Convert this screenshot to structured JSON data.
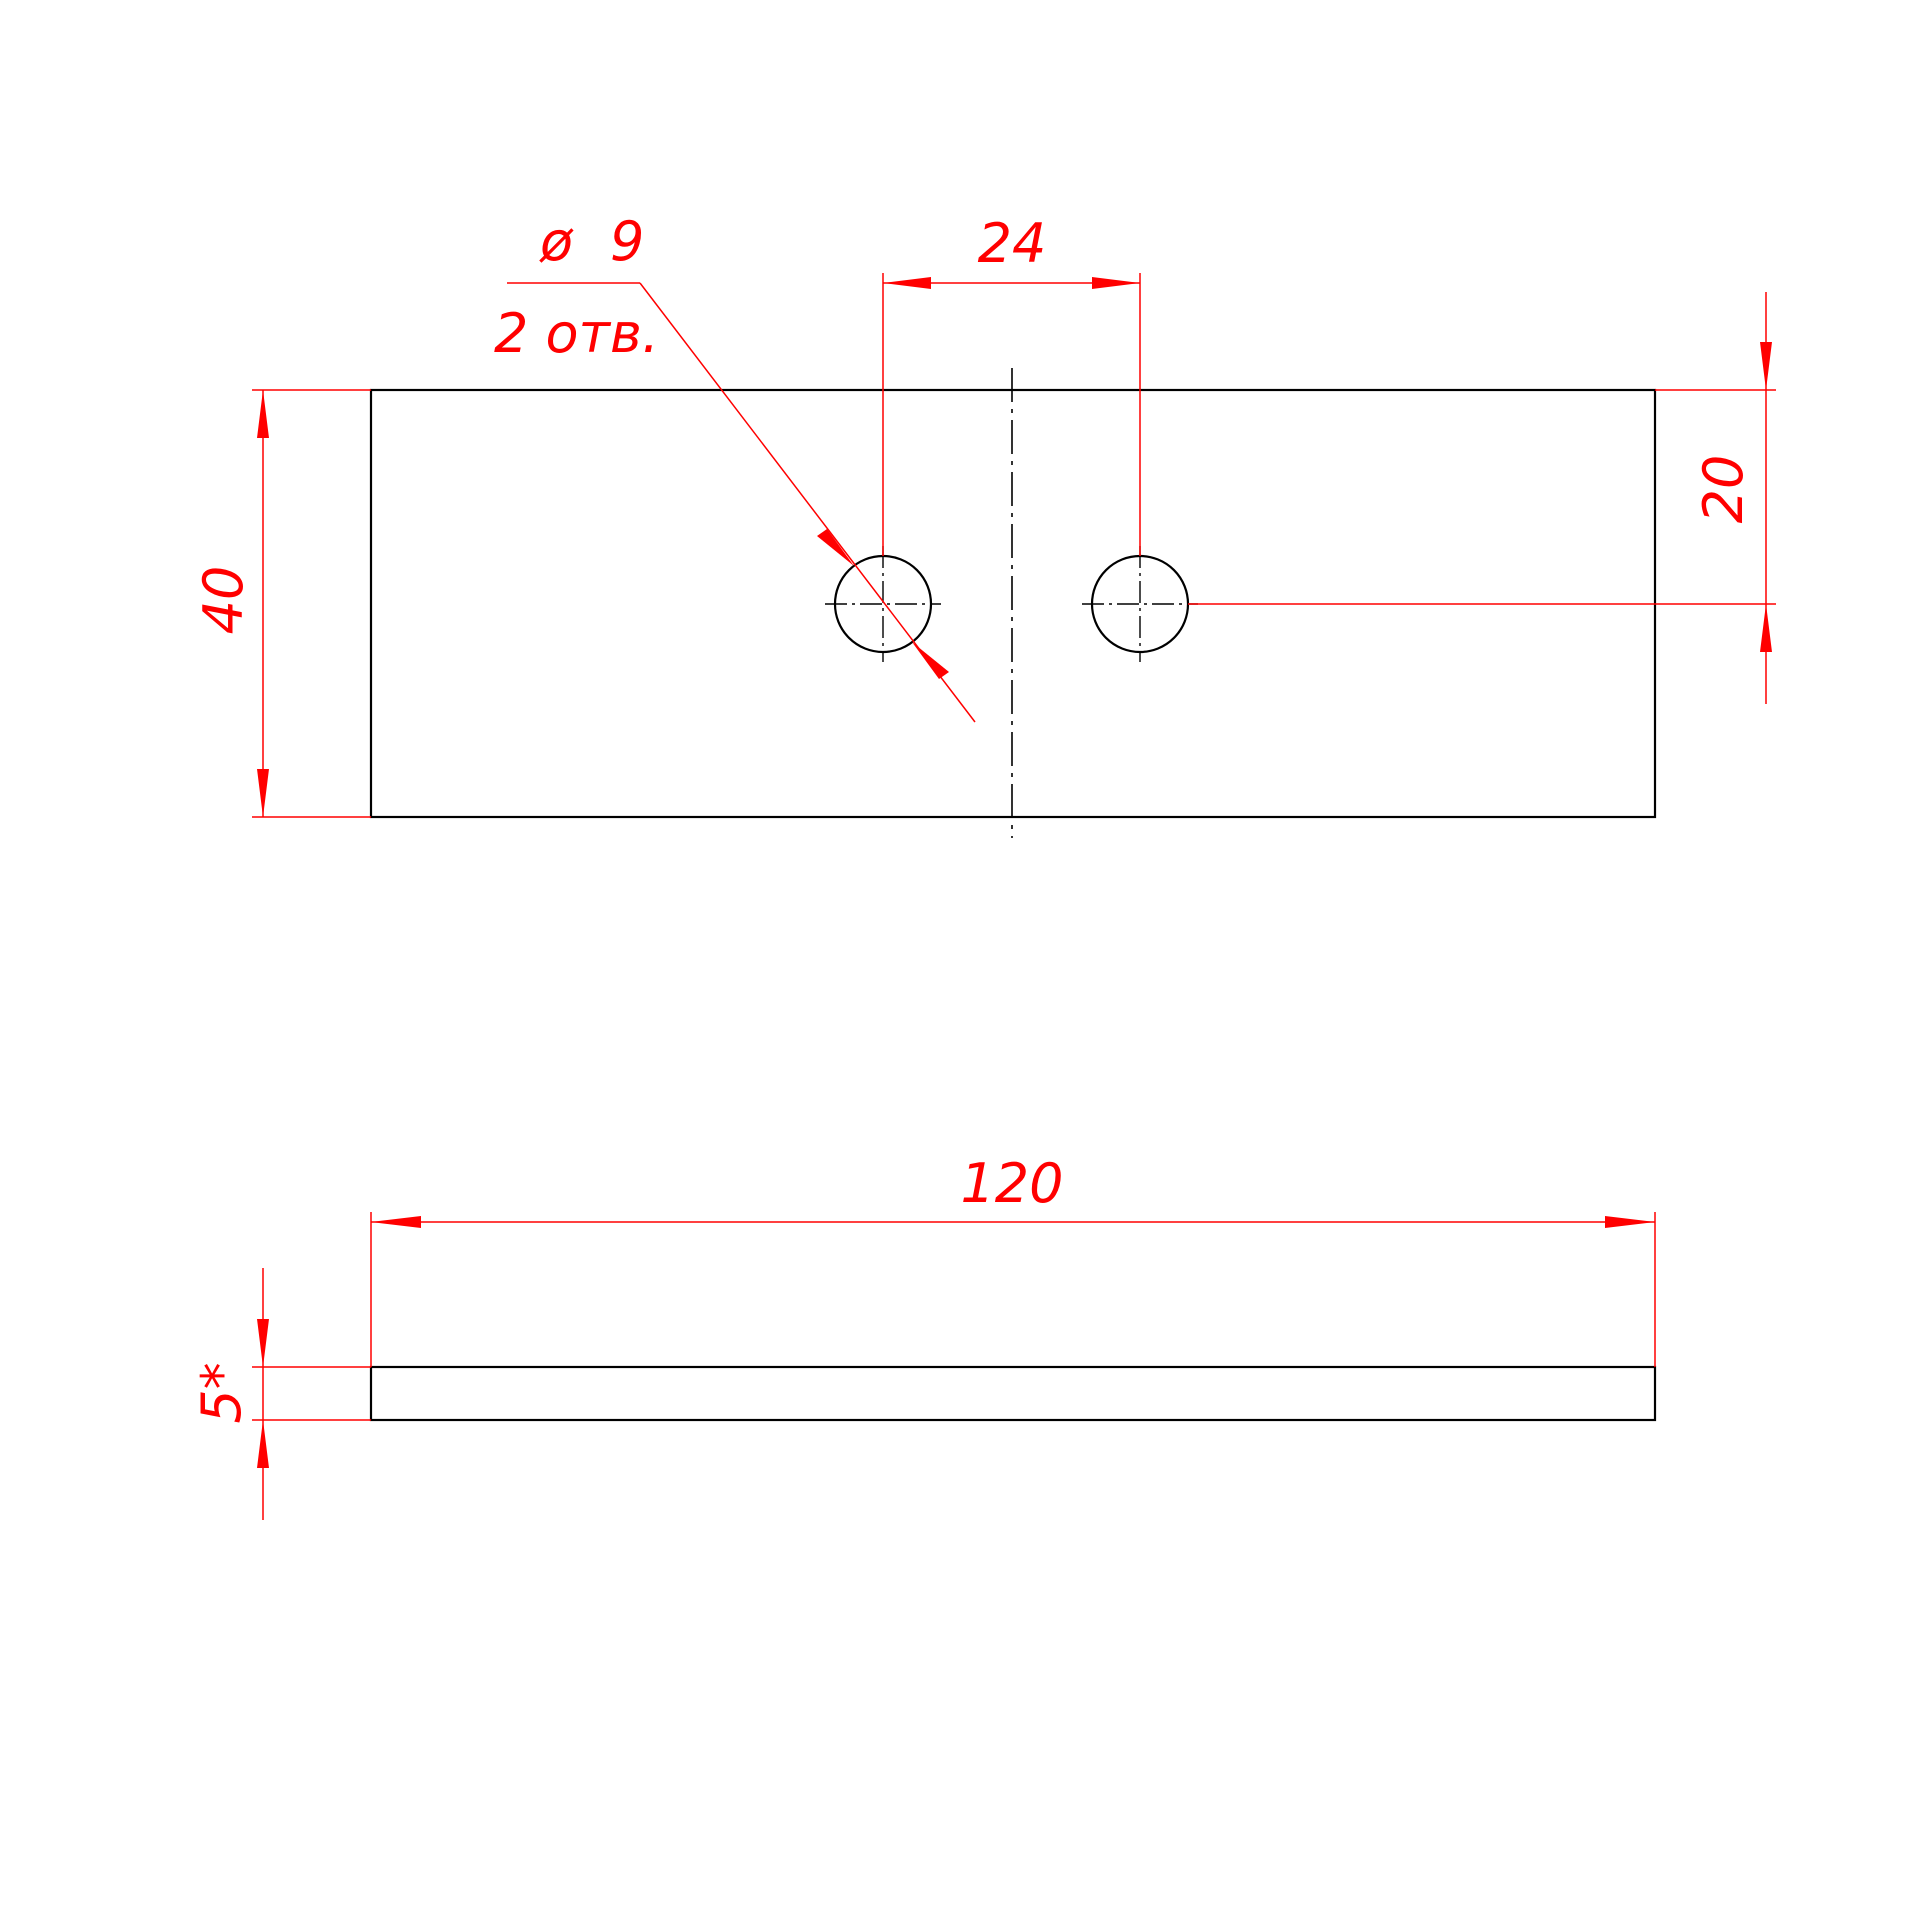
{
  "drawing": {
    "colors": {
      "outline": "#000000",
      "dimension": "#ff0000",
      "background": "#ffffff"
    },
    "top_view": {
      "width_dim": "40",
      "hole_spacing_dim": "24",
      "hole_offset_dim": "20",
      "hole_diameter_symbol": "ø",
      "hole_diameter_value": "9",
      "hole_count_note": "2 отв."
    },
    "side_view": {
      "length_dim": "120",
      "thickness_dim": "5*"
    }
  }
}
